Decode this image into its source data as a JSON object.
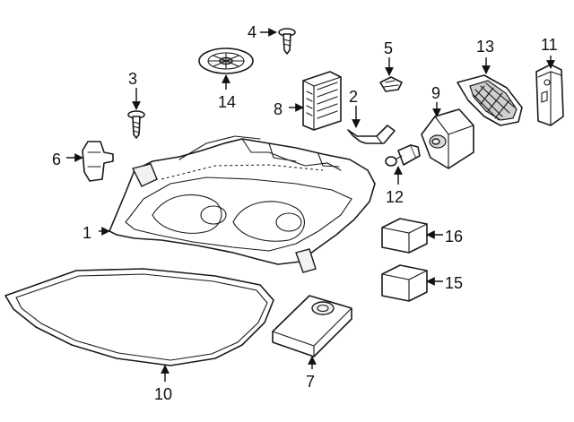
{
  "callouts": [
    {
      "id": "1",
      "part": "headlight-assembly"
    },
    {
      "id": "2",
      "part": "bracket"
    },
    {
      "id": "3",
      "part": "screw"
    },
    {
      "id": "4",
      "part": "screw"
    },
    {
      "id": "5",
      "part": "clip"
    },
    {
      "id": "6",
      "part": "adjuster-bracket"
    },
    {
      "id": "7",
      "part": "ballast-control-unit"
    },
    {
      "id": "8",
      "part": "control-module"
    },
    {
      "id": "9",
      "part": "igniter-module"
    },
    {
      "id": "10",
      "part": "lens-gasket"
    },
    {
      "id": "11",
      "part": "side-cover"
    },
    {
      "id": "12",
      "part": "bulb"
    },
    {
      "id": "13",
      "part": "rear-cover"
    },
    {
      "id": "14",
      "part": "dust-cap"
    },
    {
      "id": "15",
      "part": "module-box-lower"
    },
    {
      "id": "16",
      "part": "module-box-upper"
    }
  ],
  "arrow_color": "#111111",
  "line_color": "#1a1a1a"
}
